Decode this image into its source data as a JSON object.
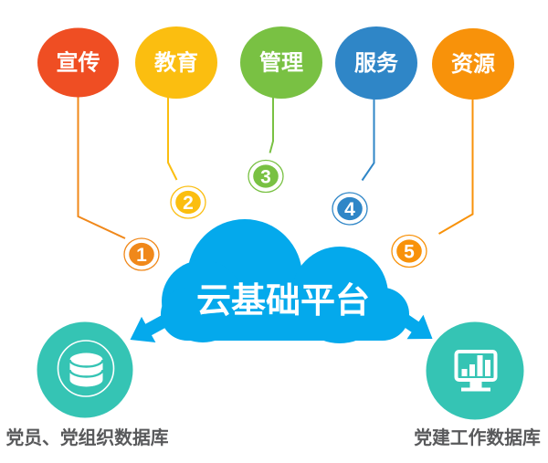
{
  "palette": {
    "red": "#EF4E23",
    "yellow": "#FBBE10",
    "green": "#79C143",
    "blue": "#2F86C7",
    "orange": "#F8920A",
    "badge_orange": "#F0881A",
    "cloud_blue": "#04A9EC",
    "teal": "#35C4B4",
    "label_gray": "#58595B",
    "white": "#FFFFFF"
  },
  "services": {
    "items": [
      {
        "label": "宣传",
        "number": "1",
        "color": "#EF4E23",
        "accent": "#F0881A"
      },
      {
        "label": "教育",
        "number": "2",
        "color": "#FBBE10",
        "accent": "#FBBE10"
      },
      {
        "label": "管理",
        "number": "3",
        "color": "#79C143",
        "accent": "#79C143"
      },
      {
        "label": "服务",
        "number": "4",
        "color": "#2F86C7",
        "accent": "#2F86C7"
      },
      {
        "label": "资源",
        "number": "5",
        "color": "#F8920A",
        "accent": "#F8920A"
      }
    ]
  },
  "cloud": {
    "label": "云基础平台",
    "color": "#04A9EC"
  },
  "databases": {
    "left": {
      "label": "党员、党组织数据库",
      "icon": "database-icon",
      "color": "#35C4B4"
    },
    "right": {
      "label": "党建工作数据库",
      "icon": "monitor-chart-icon",
      "color": "#35C4B4"
    }
  }
}
